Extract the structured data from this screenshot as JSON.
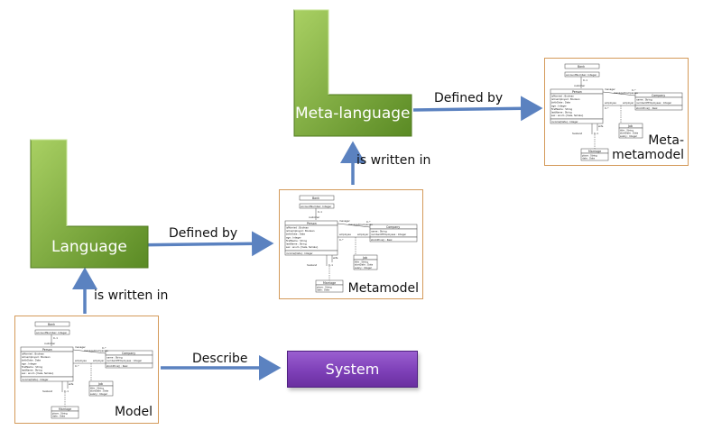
{
  "nodes": {
    "meta_language": {
      "label": "Meta-language"
    },
    "language": {
      "label": "Language"
    },
    "system": {
      "label": "System"
    }
  },
  "models": {
    "model": {
      "label": "Model"
    },
    "metamodel": {
      "label": "Metamodel"
    },
    "meta_metamodel": {
      "label_line1": "Meta-",
      "label_line2": "metamodel"
    }
  },
  "edges": {
    "language_defined_by": "Defined by",
    "meta_language_defined_by": "Defined by",
    "model_is_written_in": "is written in",
    "metamodel_is_written_in": "is written in",
    "model_describe": "Describe"
  },
  "colors": {
    "green_light": "#9fc95a",
    "green_dark": "#4f7a1e",
    "arrow": "#5b82c0",
    "frame": "#d49a5a",
    "system_purple": "#7e40b8"
  },
  "uml": {
    "bank": {
      "name": "Bank",
      "attr": "accountNumber: Integer"
    },
    "person": {
      "name": "Person",
      "attrs": [
        "isMarried : Boolean",
        "isUnemployed : Boolean",
        "birthDate : Date",
        "age : Integer",
        "firstName : String",
        "lastName : String",
        "sex : enum {male, female}"
      ],
      "op": "income(Date) : Integer"
    },
    "company": {
      "name": "Company",
      "attrs": [
        "name : String",
        "numberOfEmployees : Integer"
      ],
      "op": "stockPrice() : Real"
    },
    "job": {
      "name": "Job",
      "attrs": [
        "title : String",
        "startDate : Date",
        "salary : Integer"
      ]
    },
    "marriage": {
      "name": "Marriage",
      "attrs": [
        "place : String",
        "date : Date"
      ]
    },
    "roles": {
      "customer": "customer",
      "manager": "manager",
      "managed_companies": "managedCompanies",
      "employee": "employee",
      "employer": "employer",
      "wife": "wife",
      "husband": "husband"
    }
  }
}
